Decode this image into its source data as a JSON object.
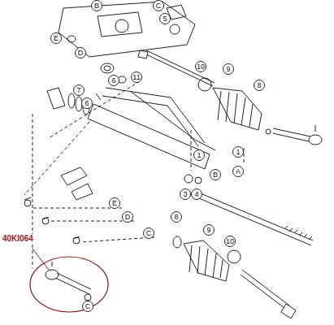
{
  "diagram": {
    "labels": [
      "B",
      "C",
      "5",
      "E",
      "D",
      "10",
      "9",
      "8",
      "11",
      "6",
      "7",
      "6",
      "1",
      "1",
      "B",
      "A",
      "3",
      "4",
      "E",
      "D",
      "C",
      "8",
      "9",
      "10",
      "40KI064",
      "C"
    ]
  }
}
